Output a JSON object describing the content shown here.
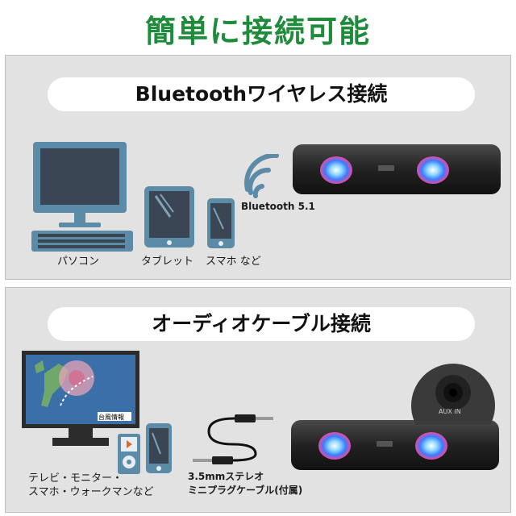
{
  "title": "簡単に接続可能",
  "colors": {
    "title_green": "#1e8c3a",
    "device_blue": "#5b8ba6",
    "screen_dark": "#3a4654",
    "panel_bg": "#e2e2e2"
  },
  "bluetooth_section": {
    "heading": "Bluetoothワイヤレス接続",
    "bluetooth_label": "Bluetooth 5.1",
    "device_labels": [
      "パソコン",
      "タブレット",
      "スマホ など"
    ]
  },
  "audio_section": {
    "heading": "オーディオケーブル接続",
    "tv_caption": "台風情報",
    "device_label_lines": [
      "テレビ・モニター・",
      "スマホ・ウォークマンなど"
    ],
    "cable_label_lines": [
      "3.5mmステレオ",
      "ミニプラグケーブル(付属)"
    ],
    "port_label": "AUX IN"
  }
}
